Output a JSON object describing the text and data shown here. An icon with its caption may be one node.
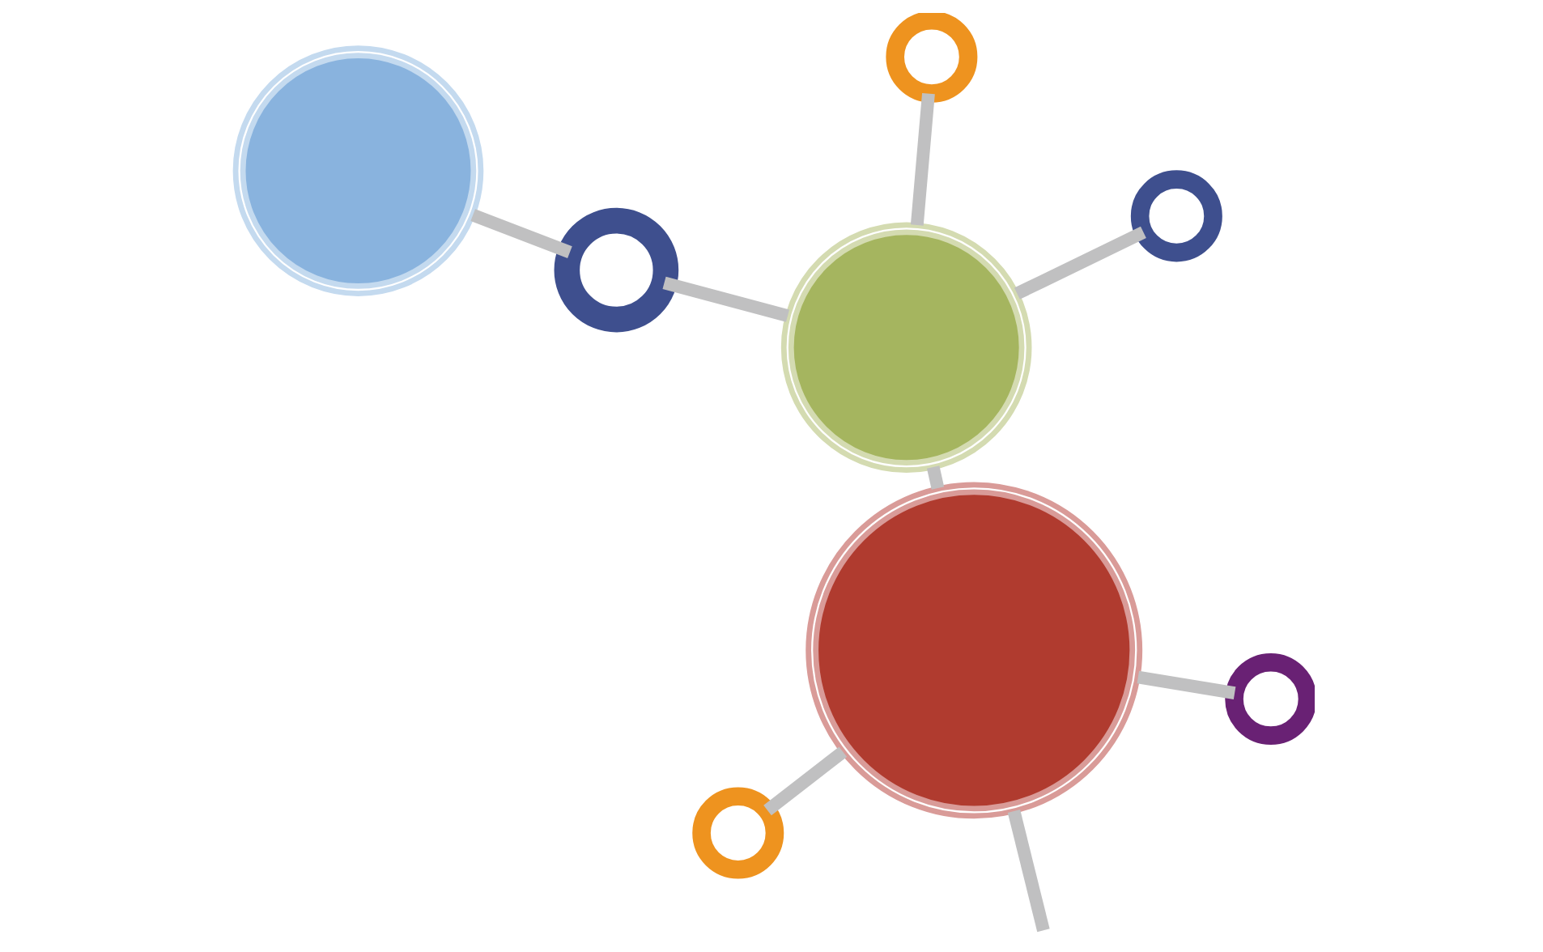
{
  "diagram": {
    "nodes": [
      {
        "text": [],
        "shape": "circle"
      },
      {
        "text": [],
        "shape": "circle"
      },
      {
        "text": [],
        "shape": "circle"
      },
      {
        "text": [],
        "shape": "circle"
      },
      {
        "text": [],
        "shape": "circle"
      },
      {
        "text": [],
        "shape": "circle"
      },
      {
        "text": [],
        "shape": "circle"
      },
      {
        "text": [],
        "shape": "circle"
      }
    ],
    "edges": [
      {
        "from": 0,
        "to": 2,
        "arrow": "none"
      },
      {
        "from": 1,
        "to": 3,
        "arrow": "none"
      },
      {
        "from": 2,
        "to": 3,
        "arrow": "none"
      },
      {
        "from": 3,
        "to": 4,
        "arrow": "none"
      },
      {
        "from": 3,
        "to": 5,
        "arrow": "none"
      },
      {
        "from": 5,
        "to": 6,
        "arrow": "none"
      },
      {
        "from": 5,
        "to": 7,
        "arrow": "none"
      },
      {
        "from": 5,
        "to": null,
        "arrow": "none"
      }
    ]
  }
}
